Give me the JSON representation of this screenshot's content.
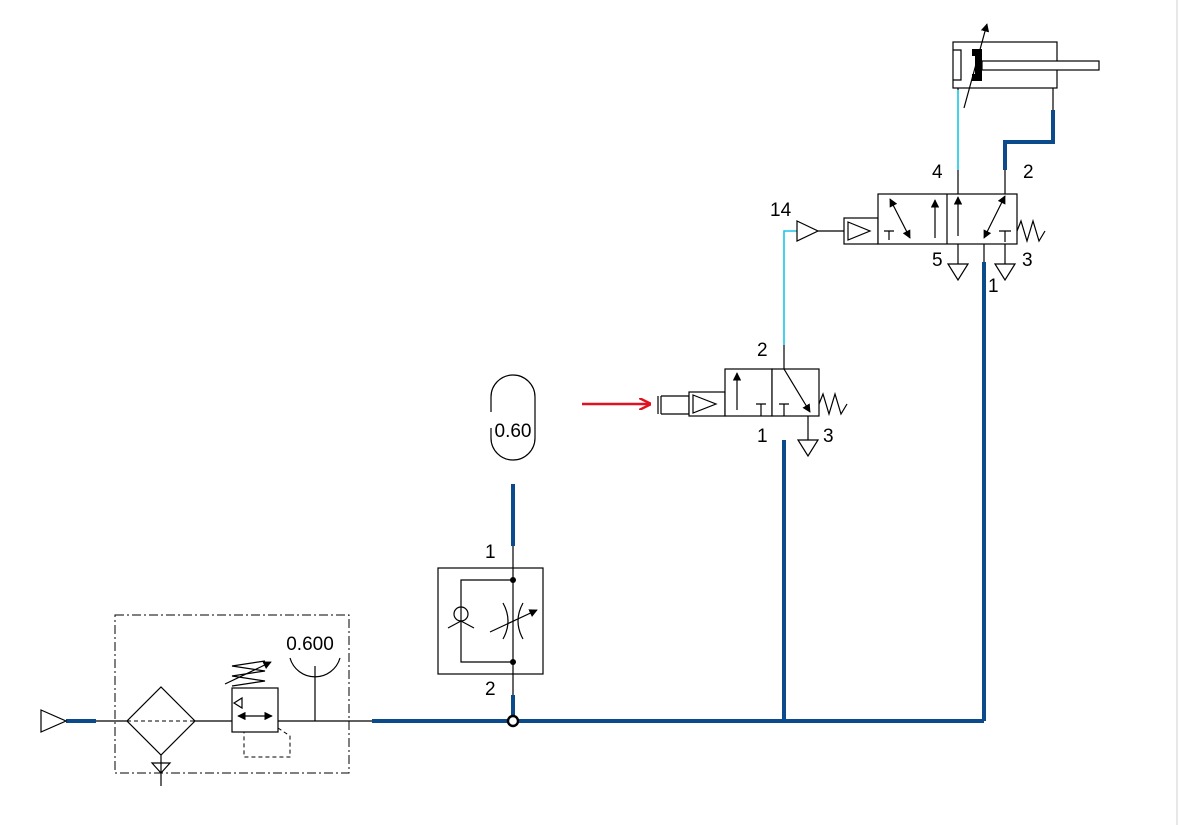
{
  "diagram": {
    "accumulator_value": "0.60",
    "gauge_value": "0.600",
    "ports": {
      "throttle_top": "1",
      "throttle_bottom": "2",
      "valve32_out": "2",
      "valve32_in": "1",
      "valve32_exh": "3",
      "valve52_pilot": "14",
      "valve52_p4": "4",
      "valve52_p2": "2",
      "valve52_p5": "5",
      "valve52_p1": "1",
      "valve52_p3": "3"
    },
    "colors": {
      "main_line": "#0b4a8b",
      "pilot_line": "#19c6e6",
      "actuation_arrow": "#e01020"
    }
  }
}
